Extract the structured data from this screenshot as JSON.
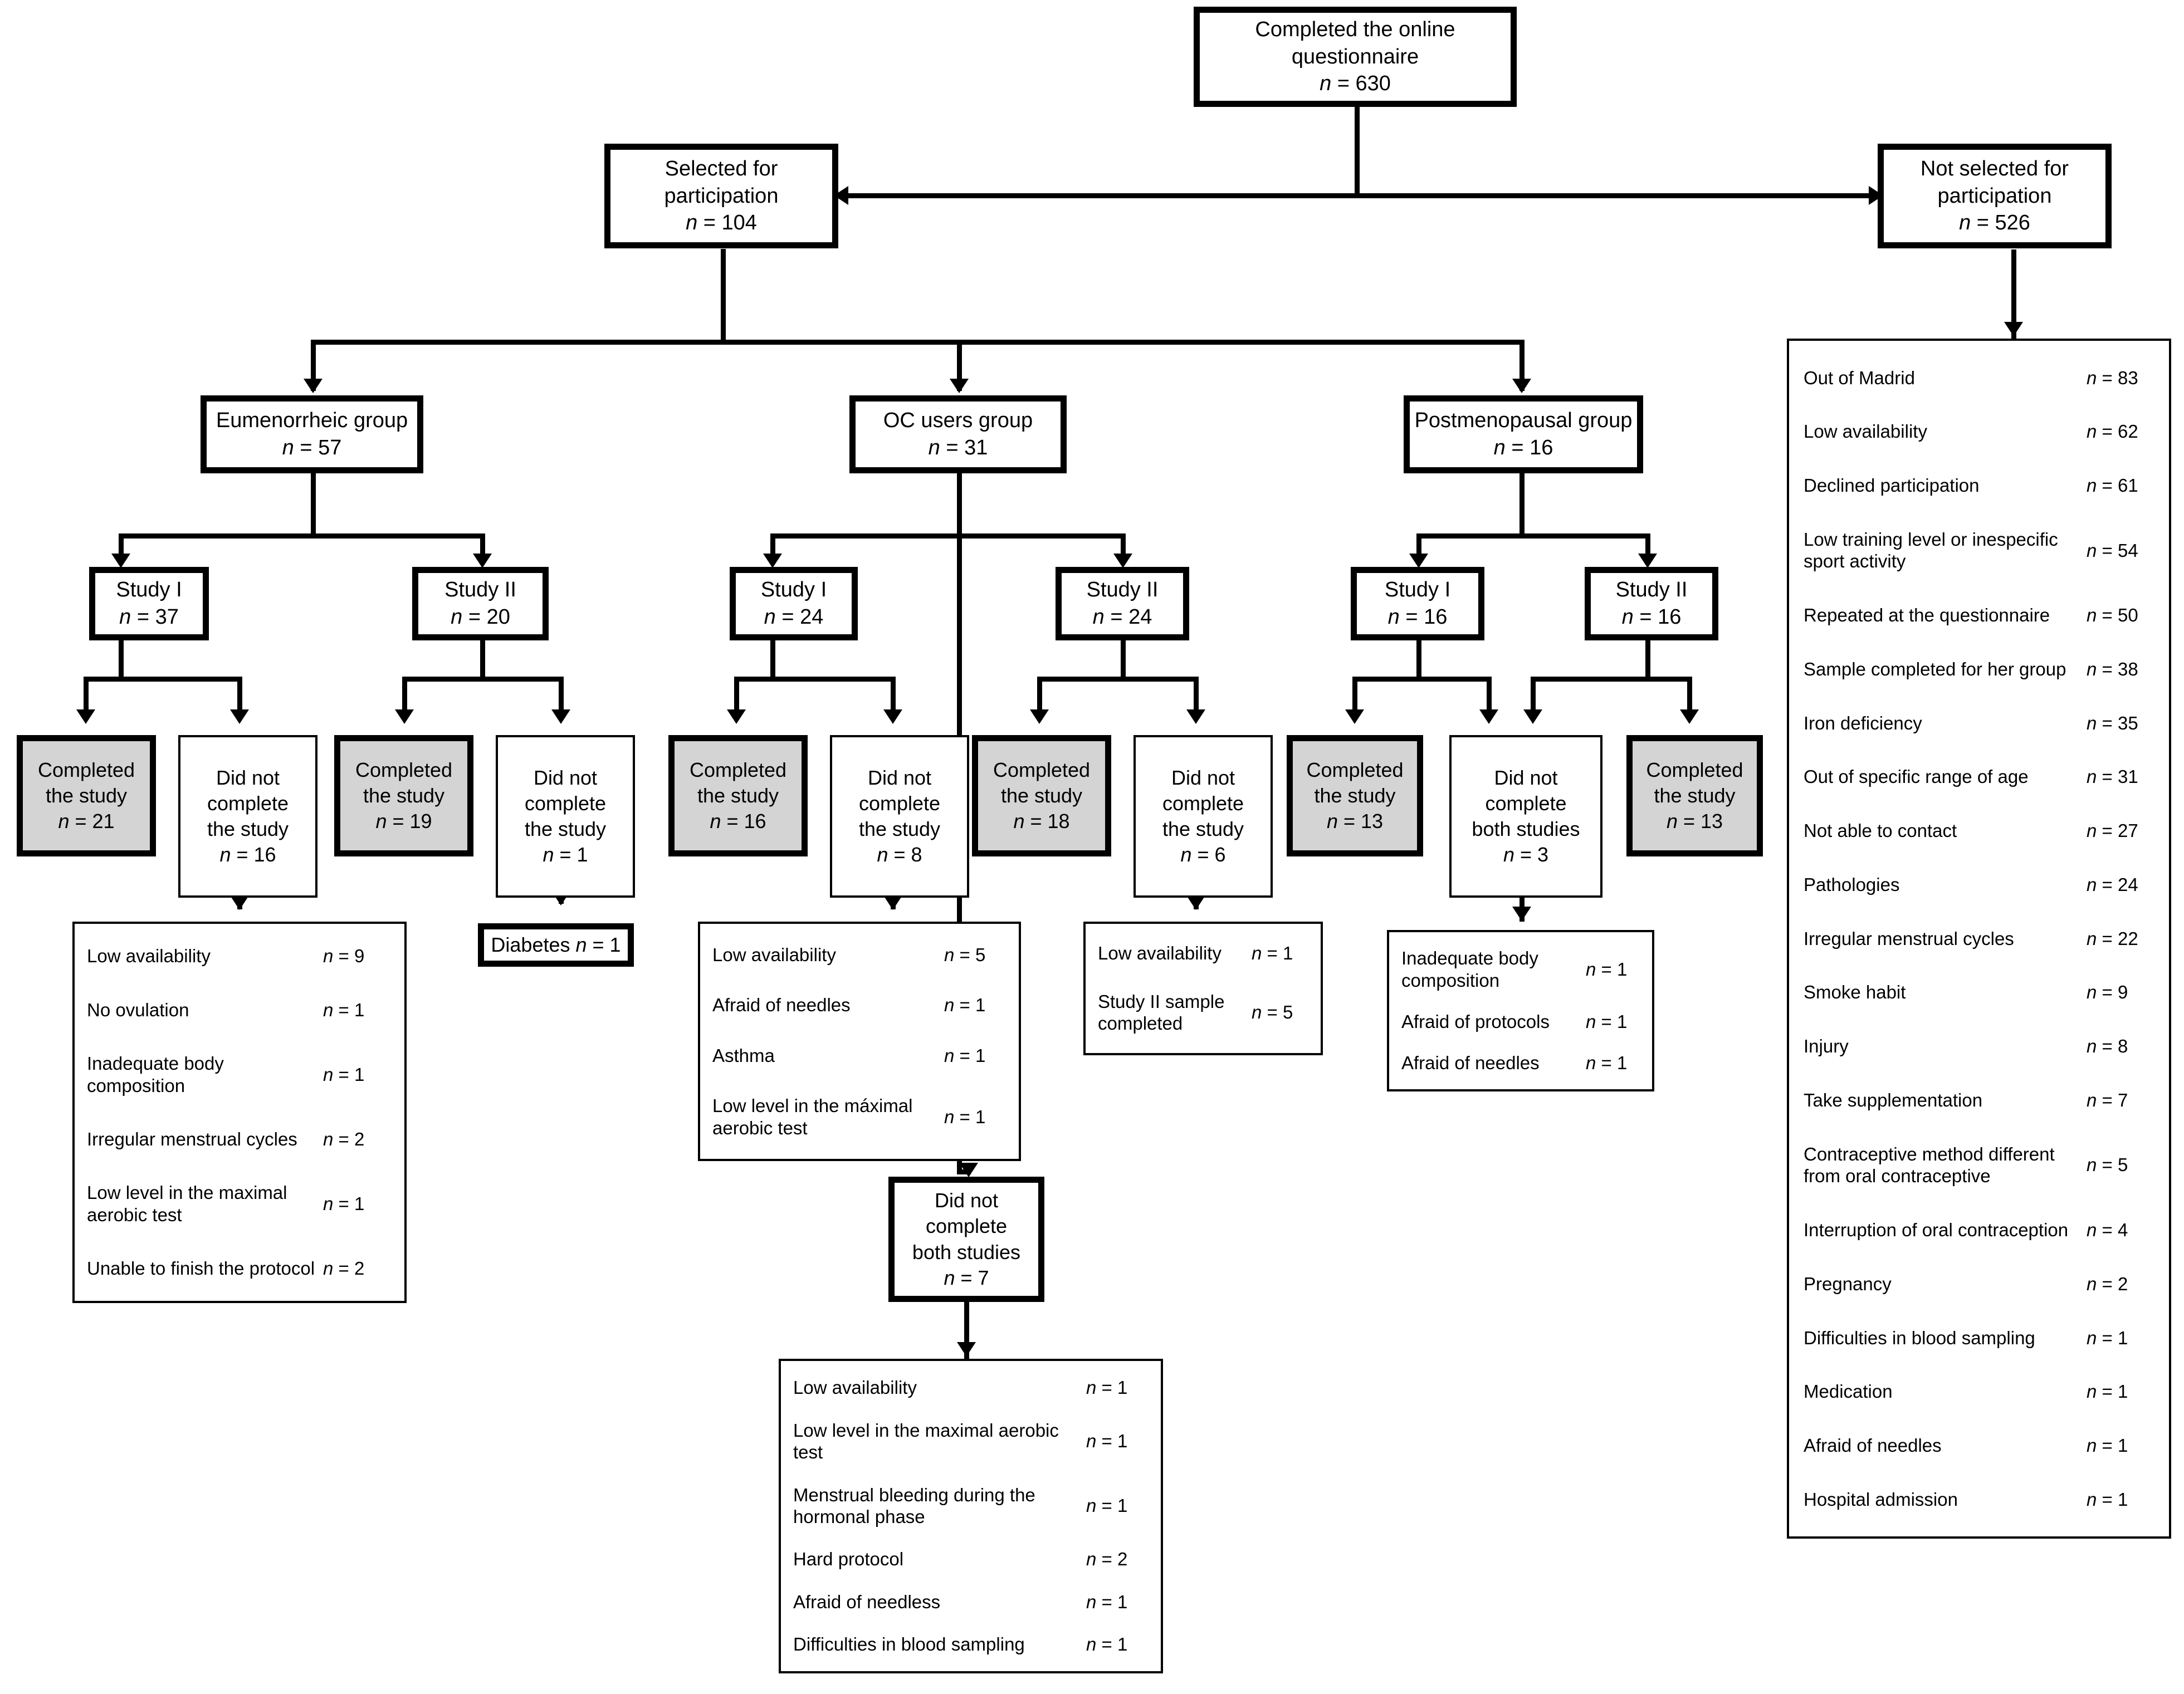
{
  "meta": {
    "type": "flowchart",
    "title": "Participant flow diagram",
    "shaded_color": "#d4d4d4",
    "line_color": "#000000"
  },
  "nodes": {
    "questionnaire": {
      "l1": "Completed the online",
      "l2": "questionnaire",
      "n": "n = 630"
    },
    "selected": {
      "l1": "Selected for",
      "l2": "participation",
      "n": "n = 104"
    },
    "not_selected": {
      "l1": "Not selected for",
      "l2": "participation",
      "n": "n = 526"
    },
    "eumenorrheic": {
      "l1": "Eumenorrheic group",
      "n": "n = 57"
    },
    "oc_users": {
      "l1": "OC users group",
      "n": "n = 31"
    },
    "postmenopausal": {
      "l1": "Postmenopausal group",
      "n": "n = 16"
    },
    "eu_study1": {
      "l1": "Study I",
      "n": "n = 37"
    },
    "eu_study2": {
      "l1": "Study II",
      "n": "n = 20"
    },
    "oc_study1": {
      "l1": "Study I",
      "n": "n = 24"
    },
    "oc_study2": {
      "l1": "Study II",
      "n": "n = 24"
    },
    "pm_study1": {
      "l1": "Study I",
      "n": "n = 16"
    },
    "pm_study2": {
      "l1": "Study II",
      "n": "n = 16"
    },
    "eu1_completed": {
      "l1": "Completed",
      "l2": "the study",
      "n": "n = 21"
    },
    "eu1_dropout": {
      "l1": "Did not",
      "l2": "complete",
      "l3": "the study",
      "n": "n = 16"
    },
    "eu2_completed": {
      "l1": "Completed",
      "l2": "the study",
      "n": "n = 19"
    },
    "eu2_dropout": {
      "l1": "Did not",
      "l2": "complete",
      "l3": "the study",
      "n": "n = 1"
    },
    "oc1_completed": {
      "l1": "Completed",
      "l2": "the study",
      "n": "n = 16"
    },
    "oc1_dropout": {
      "l1": "Did not",
      "l2": "complete",
      "l3": "the study",
      "n": "n = 8"
    },
    "oc2_completed": {
      "l1": "Completed",
      "l2": "the study",
      "n": "n = 18"
    },
    "oc2_dropout": {
      "l1": "Did not",
      "l2": "complete",
      "l3": "the study",
      "n": "n = 6"
    },
    "pm1_completed": {
      "l1": "Completed",
      "l2": "the study",
      "n": "n = 13"
    },
    "pm_dropout_both": {
      "l1": "Did not",
      "l2": "complete",
      "l3": "both studies",
      "n": "n = 3"
    },
    "pm2_completed": {
      "l1": "Completed",
      "l2": "the study",
      "n": "n = 13"
    },
    "oc_dropout_both": {
      "l1": "Did not",
      "l2": "complete",
      "l3": "both studies",
      "n": "n = 7"
    },
    "diabetes": {
      "l1": "Diabetes n = 1"
    }
  },
  "reason_lists": {
    "eu_study1_reasons": [
      {
        "label": "Low availability",
        "n": "n = 9"
      },
      {
        "label": "No ovulation",
        "n": "n = 1"
      },
      {
        "label": "Inadequate body composition",
        "n": "n = 1"
      },
      {
        "label": "Irregular menstrual cycles",
        "n": "n = 2"
      },
      {
        "label": "Low level in the maximal aerobic test",
        "n": "n = 1"
      },
      {
        "label": "Unable to  finish the protocol",
        "n": "n = 2"
      }
    ],
    "oc_study1_reasons": [
      {
        "label": "Low availability",
        "n": "n = 5"
      },
      {
        "label": "Afraid of needles",
        "n": "n = 1"
      },
      {
        "label": "Asthma",
        "n": "n = 1"
      },
      {
        "label": "Low level in the máximal aerobic test",
        "n": "n = 1"
      }
    ],
    "oc_study2_reasons": [
      {
        "label": "Low availability",
        "n": "n = 1"
      },
      {
        "label": "Study II sample completed",
        "n": "n = 5"
      }
    ],
    "pm_reasons": [
      {
        "label": "Inadequate body composition",
        "n": "n = 1"
      },
      {
        "label": "Afraid of protocols",
        "n": "n = 1"
      },
      {
        "label": "Afraid of needles",
        "n": "n = 1"
      }
    ],
    "oc_both_reasons": [
      {
        "label": "Low availability",
        "n": "n = 1"
      },
      {
        "label": "Low level in the maximal aerobic test",
        "n": "n = 1"
      },
      {
        "label": "Menstrual bleeding during the hormonal phase",
        "n": "n = 1"
      },
      {
        "label": "Hard protocol",
        "n": "n = 2"
      },
      {
        "label": "Afraid of needless",
        "n": "n = 1"
      },
      {
        "label": "Difficulties in blood sampling",
        "n": "n = 1"
      }
    ],
    "not_selected_reasons": [
      {
        "label": "Out of Madrid",
        "n": "n = 83"
      },
      {
        "label": "Low availability",
        "n": "n = 62"
      },
      {
        "label": "Declined participation",
        "n": "n = 61"
      },
      {
        "label": "Low training level or inespecific sport activity",
        "n": "n = 54"
      },
      {
        "label": "Repeated at the questionnaire",
        "n": "n = 50"
      },
      {
        "label": "Sample completed for her group",
        "n": "n = 38"
      },
      {
        "label": "Iron deficiency",
        "n": "n = 35"
      },
      {
        "label": "Out of specific range of age",
        "n": "n = 31"
      },
      {
        "label": "Not able to contact",
        "n": "n = 27"
      },
      {
        "label": "Pathologies",
        "n": "n = 24"
      },
      {
        "label": "Irregular menstrual cycles",
        "n": "n = 22"
      },
      {
        "label": "Smoke habit",
        "n": "n = 9"
      },
      {
        "label": "Injury",
        "n": "n = 8"
      },
      {
        "label": "Take supplementation",
        "n": "n = 7"
      },
      {
        "label": "Contraceptive method different from oral contraceptive",
        "n": "n = 5"
      },
      {
        "label": "Interruption of oral contraception",
        "n": "n = 4"
      },
      {
        "label": "Pregnancy",
        "n": "n = 2"
      },
      {
        "label": "Difficulties in blood sampling",
        "n": "n = 1"
      },
      {
        "label": "Medication",
        "n": "n = 1"
      },
      {
        "label": "Afraid of needles",
        "n": "n = 1"
      },
      {
        "label": "Hospital admission",
        "n": "n = 1"
      }
    ]
  }
}
